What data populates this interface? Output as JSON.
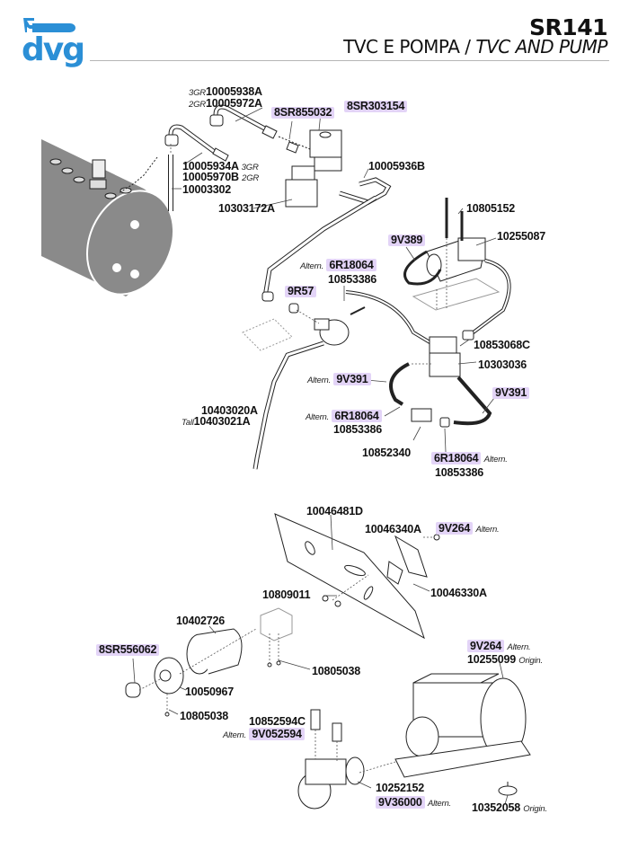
{
  "header": {
    "brand": "dvg",
    "brand_color": "#2b8fd6",
    "doc_code": "SR141",
    "title_it": "TVC E POMPA",
    "title_sep": " / ",
    "title_en": "TVC AND PUMP"
  },
  "colors": {
    "highlight": "#e3d4f7",
    "boiler": "#8a8a8a",
    "rule": "#b5b5b5"
  },
  "labels": {
    "p1": {
      "note": "3GR",
      "code": "10005938A"
    },
    "p2": {
      "note": "2GR",
      "code": "10005972A"
    },
    "p3": {
      "code": "8SR855032"
    },
    "p4": {
      "code": "8SR303154"
    },
    "p5": {
      "code": "10005934A",
      "note": "3GR"
    },
    "p6": {
      "code": "10005970B",
      "note": "2GR"
    },
    "p7": {
      "code": "10003302"
    },
    "p8": {
      "code": "10005936B"
    },
    "p9": {
      "code": "10303172A"
    },
    "p10": {
      "code": "10805152"
    },
    "p11": {
      "code": "9V389"
    },
    "p12": {
      "code": "10255087"
    },
    "p13": {
      "note": "Altern.",
      "code": "6R18064"
    },
    "p14": {
      "code": "10853386"
    },
    "p15": {
      "code": "9R57"
    },
    "p16": {
      "code": "10853068C"
    },
    "p17": {
      "code": "10303036"
    },
    "p18": {
      "note": "Altern.",
      "code": "9V391"
    },
    "p19": {
      "code": "9V391"
    },
    "p20": {
      "code": "10403020A"
    },
    "p21": {
      "note": "Tall",
      "code": "10403021A"
    },
    "p22": {
      "note": "Altern.",
      "code": "6R18064"
    },
    "p23": {
      "code": "10853386"
    },
    "p24": {
      "code": "10852340"
    },
    "p25": {
      "code": "6R18064",
      "note": "Altern."
    },
    "p26": {
      "code": "10853386"
    },
    "p27": {
      "code": "10046481D"
    },
    "p28": {
      "code": "10046340A"
    },
    "p29": {
      "code": "9V264",
      "note": "Altern."
    },
    "p30": {
      "code": "10809011"
    },
    "p31": {
      "code": "10046330A"
    },
    "p32": {
      "code": "10402726"
    },
    "p33": {
      "code": "9V264",
      "note": "Altern."
    },
    "p34": {
      "code": "10255099",
      "note": "Origin."
    },
    "p35": {
      "code": "8SR556062"
    },
    "p36": {
      "code": "10805038"
    },
    "p37": {
      "code": "10050967"
    },
    "p38": {
      "code": "10805038"
    },
    "p39": {
      "code": "10852594C"
    },
    "p40": {
      "note": "Altern.",
      "code": "9V052594"
    },
    "p41": {
      "code": "10252152"
    },
    "p42": {
      "code": "9V36000",
      "note": "Altern."
    },
    "p43": {
      "code": "10352058",
      "note": "Origin."
    }
  }
}
